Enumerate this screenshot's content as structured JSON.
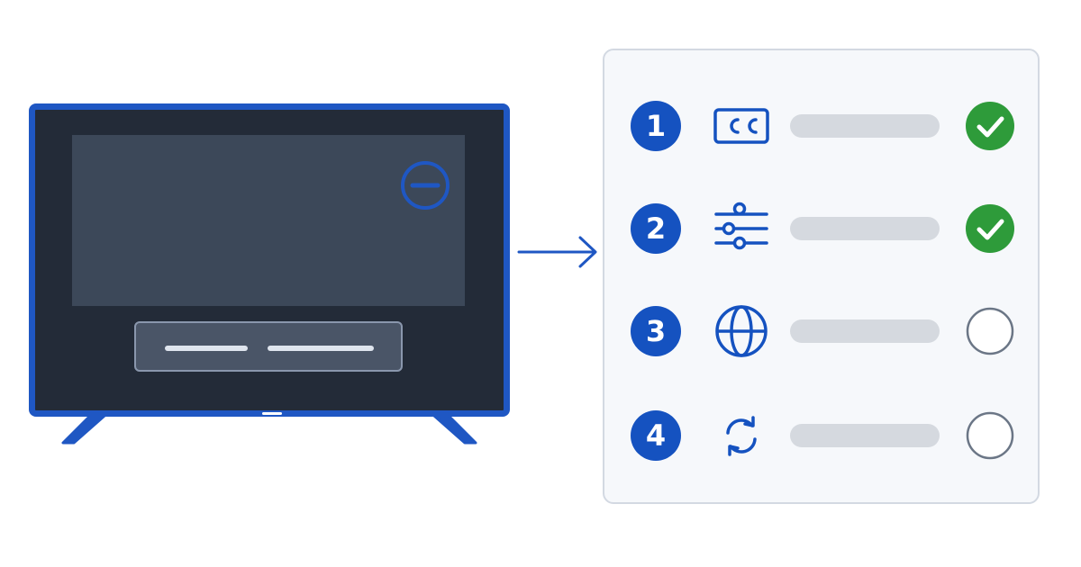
{
  "colors": {
    "tv_frame": "#1f57c3",
    "tv_bezel": "#232b38",
    "tv_screen": "#3c4859",
    "accent_blue": "#1552c0",
    "check_green": "#2e9b3a",
    "pending_gray": "#6b7686",
    "panel_bg": "#f6f8fb",
    "placeholder_bar": "#d5d9df"
  },
  "tv": {
    "screen_icon": "no-signal-icon"
  },
  "steps": [
    {
      "number": "1",
      "icon": "closed-captions-icon",
      "status": "complete"
    },
    {
      "number": "2",
      "icon": "sliders-icon",
      "status": "complete"
    },
    {
      "number": "3",
      "icon": "globe-icon",
      "status": "pending"
    },
    {
      "number": "4",
      "icon": "refresh-icon",
      "status": "pending"
    }
  ]
}
